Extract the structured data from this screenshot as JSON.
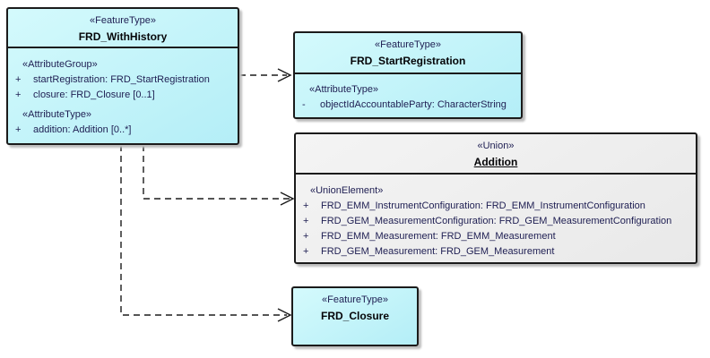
{
  "diagram": {
    "kind": "UML class diagram",
    "colors": {
      "feature_type_fill": "#c0f2f8",
      "union_fill": "#efefef",
      "border": "#1b1b1b",
      "attribute_text": "#1e1e52",
      "name_text": "#050508",
      "shadow": "#bdbdbd",
      "background": "#ffffff"
    }
  },
  "boxes": {
    "with_history": {
      "stereotype": "«FeatureType»",
      "name": "FRD_WithHistory",
      "rows": [
        {
          "text": "«AttributeGroup»"
        },
        {
          "vis": "+",
          "text": "startRegistration: FRD_StartRegistration"
        },
        {
          "vis": "+",
          "text": "closure: FRD_Closure [0..1]"
        },
        {
          "text": "«AttributeType»"
        },
        {
          "vis": "+",
          "text": "addition: Addition [0..*]"
        }
      ]
    },
    "start_registration": {
      "stereotype": "«FeatureType»",
      "name": "FRD_StartRegistration",
      "rows": [
        {
          "text": "«AttributeType»"
        },
        {
          "vis": "-",
          "text": "objectIdAccountableParty: CharacterString"
        }
      ]
    },
    "addition": {
      "stereotype": "«Union»",
      "name": "Addition",
      "rows": [
        {
          "text": "«UnionElement»"
        },
        {
          "vis": "+",
          "text": "FRD_EMM_InstrumentConfiguration: FRD_EMM_InstrumentConfiguration"
        },
        {
          "vis": "+",
          "text": "FRD_GEM_MeasurementConfiguration: FRD_GEM_MeasurementConfiguration"
        },
        {
          "vis": "+",
          "text": "FRD_EMM_Measurement: FRD_EMM_Measurement"
        },
        {
          "vis": "+",
          "text": "FRD_GEM_Measurement: FRD_GEM_Measurement"
        }
      ]
    },
    "closure": {
      "stereotype": "«FeatureType»",
      "name": "FRD_Closure"
    }
  },
  "relations": [
    {
      "from": "FRD_WithHistory",
      "to": "FRD_StartRegistration",
      "type": "dashed-dependency-arrow"
    },
    {
      "from": "FRD_WithHistory",
      "to": "Addition",
      "type": "dashed-dependency-arrow"
    },
    {
      "from": "FRD_WithHistory",
      "to": "FRD_Closure",
      "type": "dashed-dependency-arrow"
    }
  ]
}
